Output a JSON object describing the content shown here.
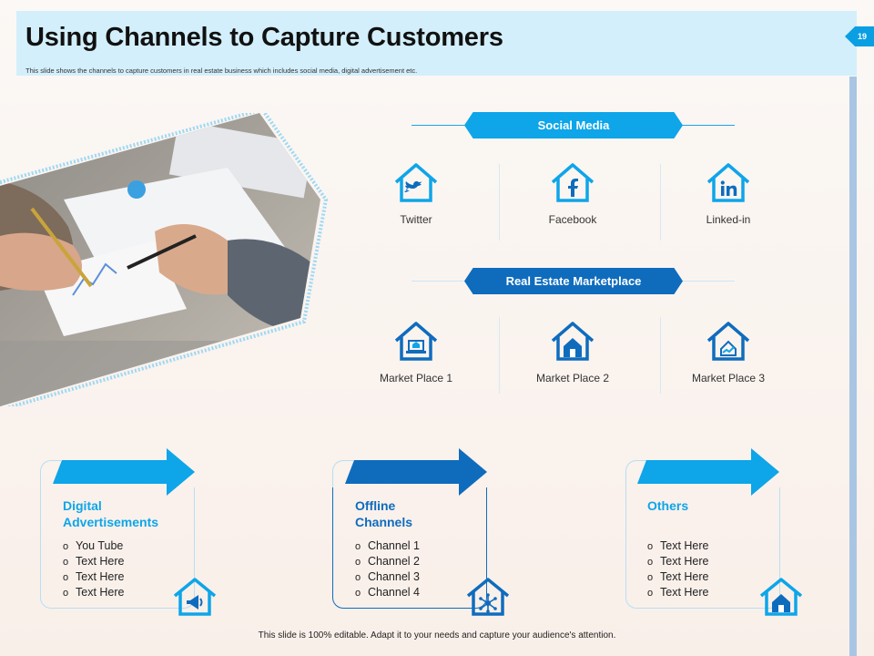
{
  "slide": {
    "title": "Using Channels to Capture Customers",
    "subtitle": "This slide shows the channels to capture customers in real estate business which includes social media, digital advertisement etc.",
    "page_number": "19",
    "footer": "This slide is 100% editable. Adapt it to your needs and capture your audience's attention."
  },
  "social_media": {
    "heading": "Social Media",
    "items": [
      {
        "label": "Twitter",
        "icon": "twitter-house-icon"
      },
      {
        "label": "Facebook",
        "icon": "facebook-house-icon"
      },
      {
        "label": "Linked-in",
        "icon": "linkedin-house-icon"
      }
    ]
  },
  "marketplace": {
    "heading": "Real Estate Marketplace",
    "items": [
      {
        "label": "Market Place 1",
        "icon": "laptop-house-icon"
      },
      {
        "label": "Market Place 2",
        "icon": "home-house-icon"
      },
      {
        "label": "Market Place 3",
        "icon": "chart-house-icon"
      }
    ]
  },
  "cards": [
    {
      "title": "Digital Advertisements",
      "items": [
        "You Tube",
        "Text Here",
        "Text Here",
        "Text Here"
      ],
      "icon": "megaphone-house-icon",
      "color": "#0ea5e9"
    },
    {
      "title": "Offline Channels",
      "items": [
        "Channel 1",
        "Channel 2",
        "Channel 3",
        "Channel 4"
      ],
      "icon": "network-house-icon",
      "color": "#0f6cbd"
    },
    {
      "title": "Others",
      "items": [
        "Text Here",
        "Text Here",
        "Text Here",
        "Text Here"
      ],
      "icon": "home-house-icon",
      "color": "#0ea5e9"
    }
  ],
  "colors": {
    "accent": "#0a9fe3",
    "dark_accent": "#0f6cbd",
    "header_bg": "#d3effb"
  }
}
